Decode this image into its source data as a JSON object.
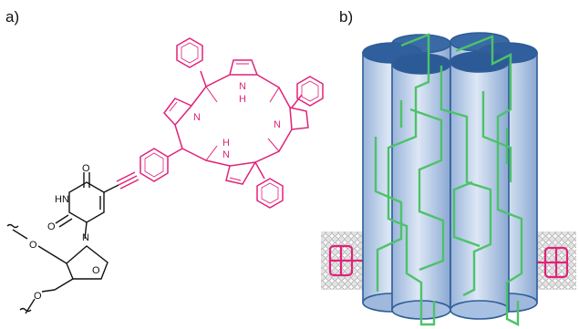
{
  "panels": {
    "a": {
      "label": "a)"
    },
    "b": {
      "label": "b)"
    }
  },
  "atoms": {
    "carbonyl_top": "O",
    "carbonyl_bottom": "O",
    "imide_nh": "HN",
    "ring_n": "N",
    "sugar_o": "O",
    "ether_o_top": "O",
    "ether_o_bottom": "O",
    "pyrrole_n_top": "N",
    "pyrrole_h_top": "H",
    "pyrrole_n_right": "N",
    "pyrrole_n_left": "N",
    "pyrrole_h_bottom": "H",
    "pyrrole_n_bottom": "N"
  },
  "colors": {
    "porphyrin": "#e0227a",
    "nucleoside": "#111111",
    "helix_fill": "#c6d6ec",
    "helix_stroke": "#2e5d97",
    "strand": "#4dc26a",
    "lipid": "#bdbdbd",
    "anchor": "#e0227a"
  }
}
